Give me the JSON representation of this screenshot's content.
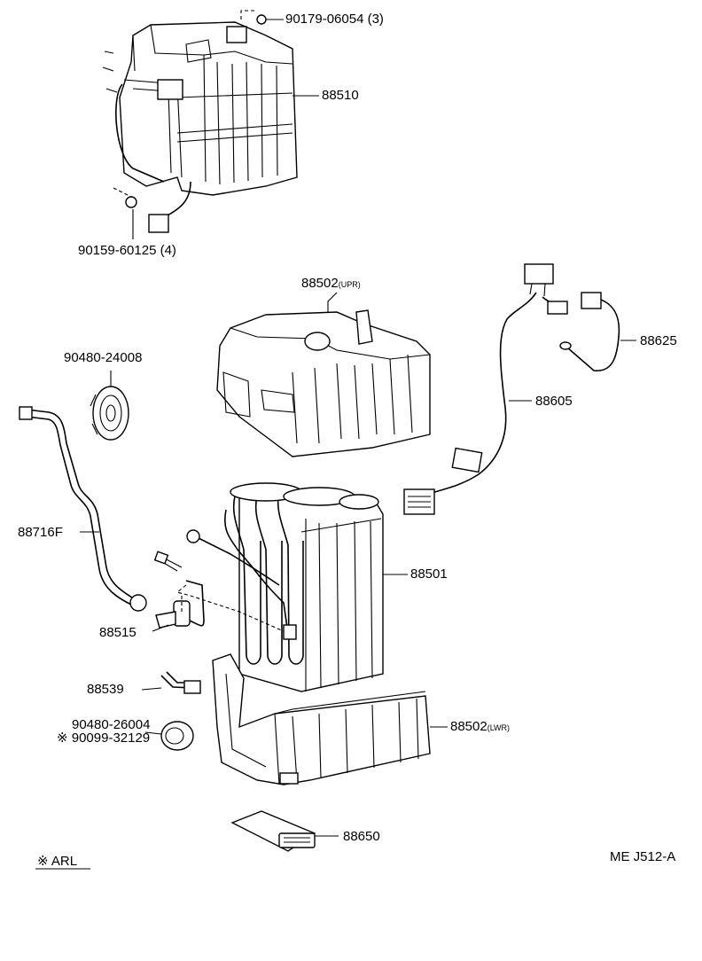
{
  "labels": {
    "p90179": "90179-06054 (3)",
    "p88510": "88510",
    "p90159": "90159-60125 (4)",
    "p88502upr": "88502",
    "p88502upr_sub": "(UPR)",
    "p90480a": "90480-24008",
    "p88625": "88625",
    "p88605": "88605",
    "p88716f": "88716F",
    "p88501": "88501",
    "p88515": "88515",
    "p88539": "88539",
    "p90480b": "90480-26004",
    "p90099": "※ 90099-32129",
    "p88502lwr": "88502",
    "p88502lwr_sub": "(LWR)",
    "p88650": "88650"
  },
  "legend": {
    "note": "※ ARL"
  },
  "diagram_code": "ME J512-A"
}
